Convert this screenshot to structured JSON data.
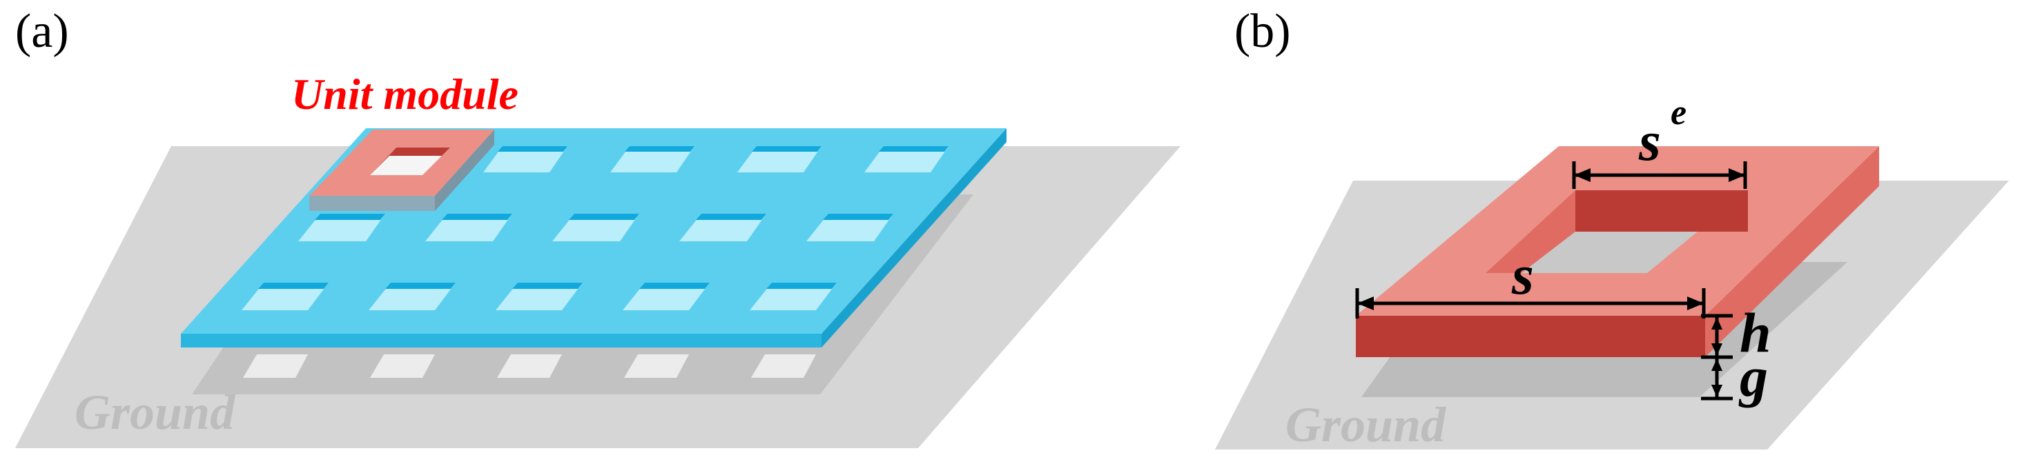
{
  "panels": {
    "a": {
      "label": "(a)",
      "ground_label": "Ground",
      "callout": "Unit module",
      "grid": {
        "rows": 3,
        "cols": 5
      }
    },
    "b": {
      "label": "(b)",
      "ground_label": "Ground",
      "dimensions": {
        "outer_side": "s",
        "inner_side": "s",
        "inner_side_superscript": "e",
        "thickness": "h",
        "gap": "g"
      }
    }
  },
  "colors": {
    "ground": "#d6d6d6",
    "ground_shadow": "#bcbcbc",
    "sheet_top": "#5dcfee",
    "sheet_edge": "#2bb6e0",
    "sheet_hole": "#b9eefa",
    "hole_wall": "#11a9dc",
    "module_top": "#ec9087",
    "module_front": "#b93b34",
    "module_side": "#e06b62",
    "callout_text": "#ff0000"
  }
}
